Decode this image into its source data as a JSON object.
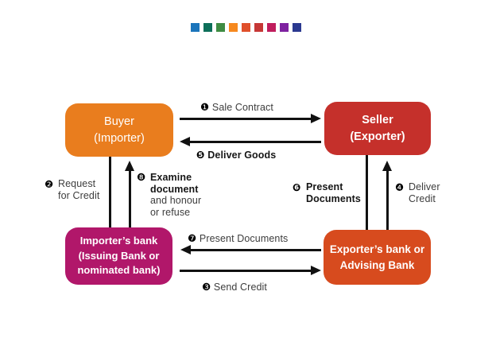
{
  "canvas": {
    "background": "#ffffff",
    "arrow_color": "#111111",
    "label_color": "#3d3d3d"
  },
  "palette_strip": [
    "#1b75bb",
    "#0d6f5a",
    "#3f8c43",
    "#f6891f",
    "#e0502b",
    "#c63736",
    "#c01d5d",
    "#7e22a0",
    "#2b3990"
  ],
  "nodes": {
    "buyer": {
      "color": "#e97d1e",
      "lines": [
        "Buyer",
        "(Importer)"
      ]
    },
    "seller": {
      "color": "#c5302b",
      "lines": [
        "Seller",
        "(Exporter)"
      ]
    },
    "importer_bank": {
      "color": "#b1176a",
      "lines": [
        "Importer’s bank",
        "(Issuing Bank or",
        "nominated bank)"
      ]
    },
    "exporter_bank": {
      "color": "#d74b1e",
      "lines": [
        "Exporter’s bank or",
        "Advising Bank"
      ]
    }
  },
  "flows": {
    "sale_contract": {
      "num": "❶",
      "label": "Sale Contract"
    },
    "request_for_credit": {
      "num": "❷",
      "lines": [
        "Request",
        "for Credit"
      ]
    },
    "send_credit": {
      "num": "❸",
      "label": "Send Credit"
    },
    "deliver_credit": {
      "num": "❹",
      "lines": [
        "Deliver",
        "Credit"
      ]
    },
    "deliver_goods": {
      "num": "❺",
      "label": "Deliver Goods"
    },
    "present_documents_to_seller": {
      "num": "❻",
      "lines": [
        "Present",
        "Documents"
      ]
    },
    "present_documents_between_banks": {
      "num": "❼",
      "label": "Present Documents"
    },
    "examine_document": {
      "num": "❽",
      "bold_lines": [
        "Examine",
        "document"
      ],
      "regular_lines": [
        "and honour",
        "or refuse"
      ]
    }
  }
}
